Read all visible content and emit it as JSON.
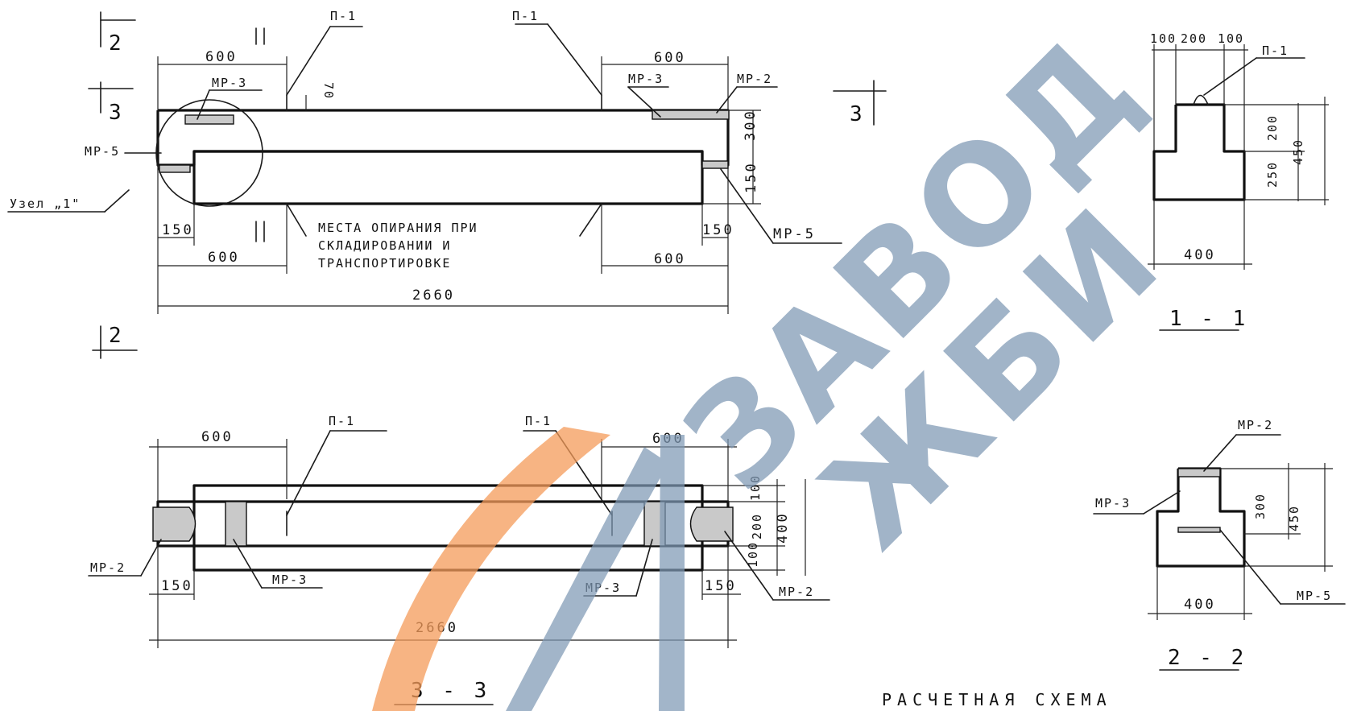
{
  "labels": {
    "p1": "П-1",
    "mr2": "МР-2",
    "mr3": "МР-3",
    "mr5": "МР-5",
    "node1": "Узел „1\"",
    "section_mark_1": "1",
    "section_mark_2": "2",
    "section_mark_3": "3",
    "support_note_line1": "МЕСТА ОПИРАНИЯ ПРИ",
    "support_note_line2": "СКЛАДИРОВАНИИ И",
    "support_note_line3": "ТРАНСПОРТИРОВКЕ",
    "section_1_1": "1 - 1",
    "section_2_2": "2 - 2",
    "section_3_3": "3 - 3",
    "design_scheme": "РАСЧЕТНАЯ СХЕМА"
  },
  "dimensions": {
    "d600": "600",
    "d70": "70",
    "d300": "300",
    "d150": "150",
    "d2660": "2660",
    "d100": "100",
    "d200": "200",
    "d400": "400",
    "d250": "250",
    "d450": "450"
  },
  "watermark": {
    "line1": "ЗАВОД",
    "line2": "ЖБИ",
    "colors": {
      "blue": "#7e98b4",
      "orange": "#f49b5a"
    }
  }
}
